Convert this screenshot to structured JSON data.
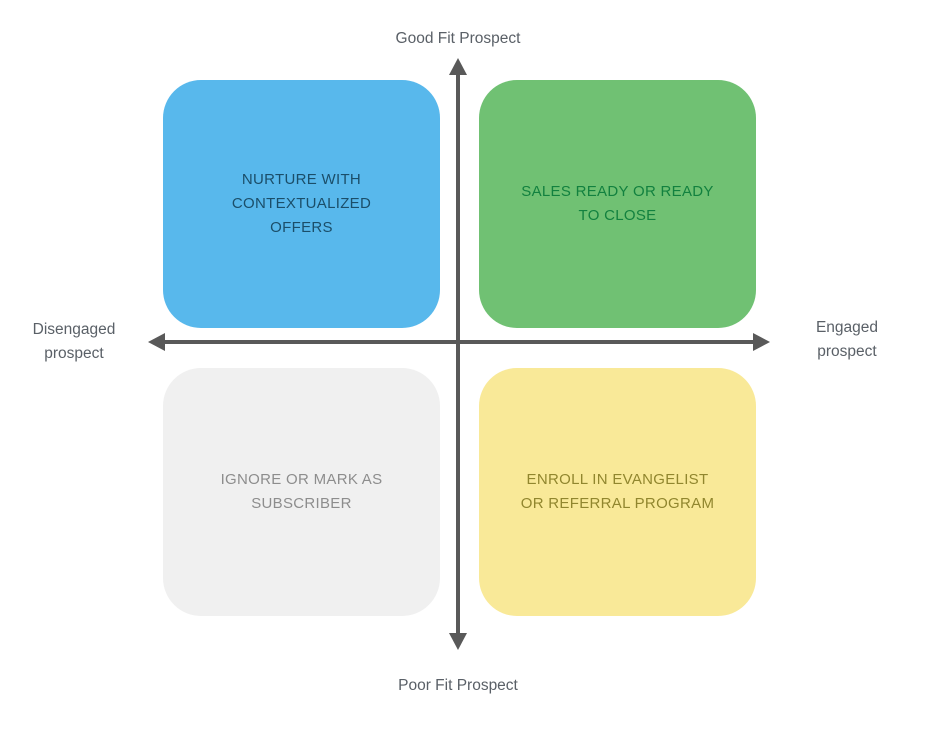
{
  "canvas": {
    "background": "#ffffff"
  },
  "axes": {
    "top_label": "Good Fit Prospect",
    "bottom_label": "Poor Fit Prospect",
    "left_label_line1": "Disengaged",
    "left_label_line2": "prospect",
    "right_label_line1": "Engaged",
    "right_label_line2": "prospect",
    "axis_color": "#595959",
    "label_color": "#5a6067"
  },
  "quadrants": [
    {
      "position": "top-left",
      "lines": [
        "NURTURE WITH",
        "CONTEXTUALIZED",
        "OFFERS"
      ],
      "bg_color": "#58b8ec",
      "text_color": "#1b4e69"
    },
    {
      "position": "top-right",
      "lines": [
        "SALES READY OR READY",
        "TO CLOSE"
      ],
      "bg_color": "#70c173",
      "text_color": "#12813f"
    },
    {
      "position": "bottom-left",
      "lines": [
        "IGNORE OR MARK AS",
        "SUBSCRIBER"
      ],
      "bg_color": "#f0f0f0",
      "text_color": "#8d8d8d"
    },
    {
      "position": "bottom-right",
      "lines": [
        "ENROLL IN EVANGELIST",
        "OR REFERRAL PROGRAM"
      ],
      "bg_color": "#f9e998",
      "text_color": "#91862e"
    }
  ]
}
